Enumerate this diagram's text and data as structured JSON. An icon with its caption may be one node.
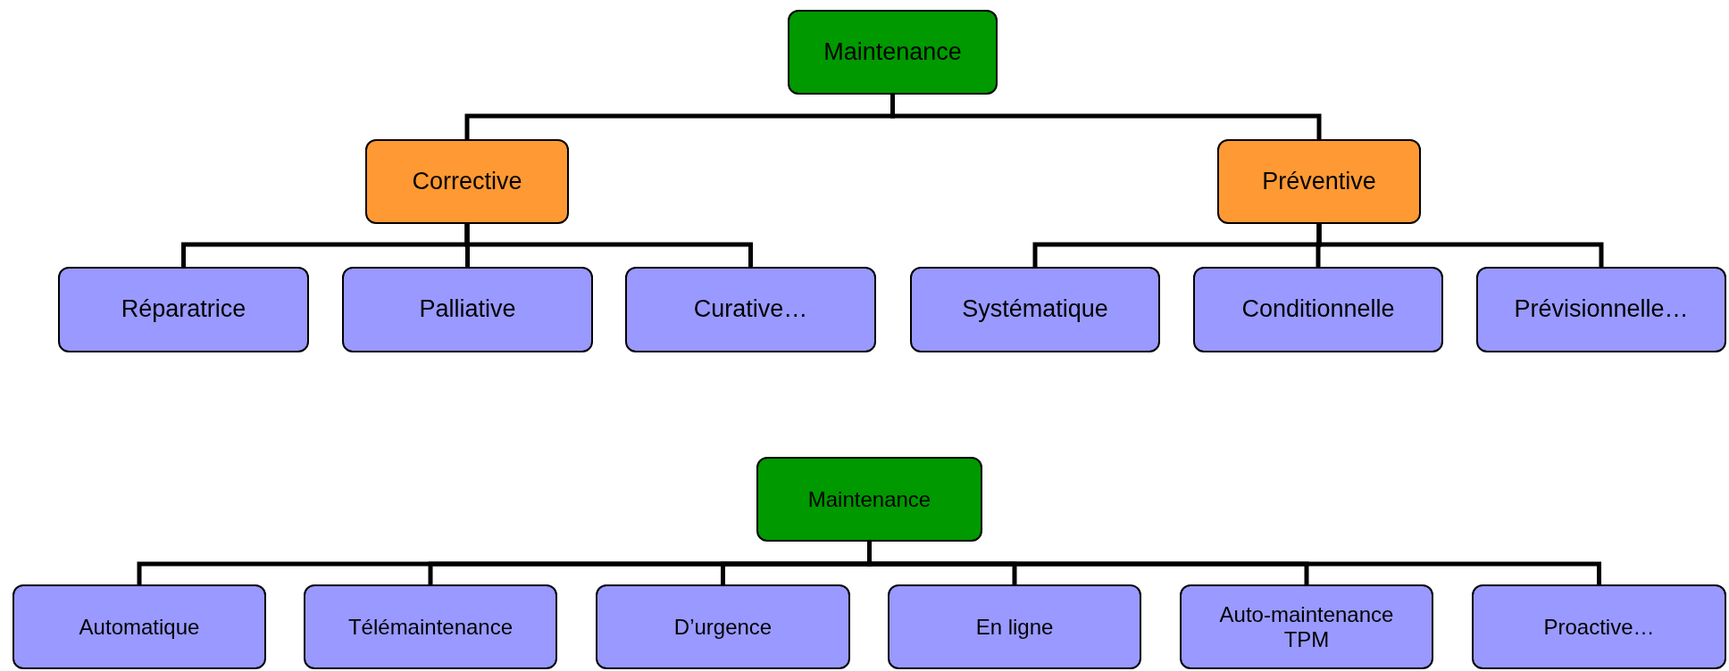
{
  "diagram": {
    "nodes": [
      {
        "text": [
          "Maintenance"
        ]
      },
      {
        "text": [
          "Corrective"
        ]
      },
      {
        "text": [
          "Préventive"
        ]
      },
      {
        "text": [
          "Réparatrice"
        ]
      },
      {
        "text": [
          "Palliative"
        ]
      },
      {
        "text": [
          "Curative…"
        ]
      },
      {
        "text": [
          "Systématique"
        ]
      },
      {
        "text": [
          "Conditionnelle"
        ]
      },
      {
        "text": [
          "Prévisionnelle…"
        ]
      },
      {
        "text": [
          "Maintenance"
        ]
      },
      {
        "text": [
          "Automatique"
        ]
      },
      {
        "text": [
          "Télémaintenance"
        ]
      },
      {
        "text": [
          "D’urgence"
        ]
      },
      {
        "text": [
          "En ligne"
        ]
      },
      {
        "text": [
          "Auto-maintenance TPM"
        ]
      },
      {
        "text": [
          "Proactive…"
        ]
      }
    ],
    "edges": [
      {
        "from": 0,
        "to": 1,
        "arrow": "none"
      },
      {
        "from": 0,
        "to": 2,
        "arrow": "none"
      },
      {
        "from": 1,
        "to": 3,
        "arrow": "none"
      },
      {
        "from": 1,
        "to": 4,
        "arrow": "none"
      },
      {
        "from": 1,
        "to": 5,
        "arrow": "none"
      },
      {
        "from": 2,
        "to": 6,
        "arrow": "none"
      },
      {
        "from": 2,
        "to": 7,
        "arrow": "none"
      },
      {
        "from": 2,
        "to": 8,
        "arrow": "none"
      },
      {
        "from": 9,
        "to": 10,
        "arrow": "none"
      },
      {
        "from": 9,
        "to": 11,
        "arrow": "none"
      },
      {
        "from": 9,
        "to": 12,
        "arrow": "none"
      },
      {
        "from": 9,
        "to": 13,
        "arrow": "none"
      },
      {
        "from": 9,
        "to": 14,
        "arrow": "none"
      },
      {
        "from": 9,
        "to": 15,
        "arrow": "none"
      }
    ]
  }
}
